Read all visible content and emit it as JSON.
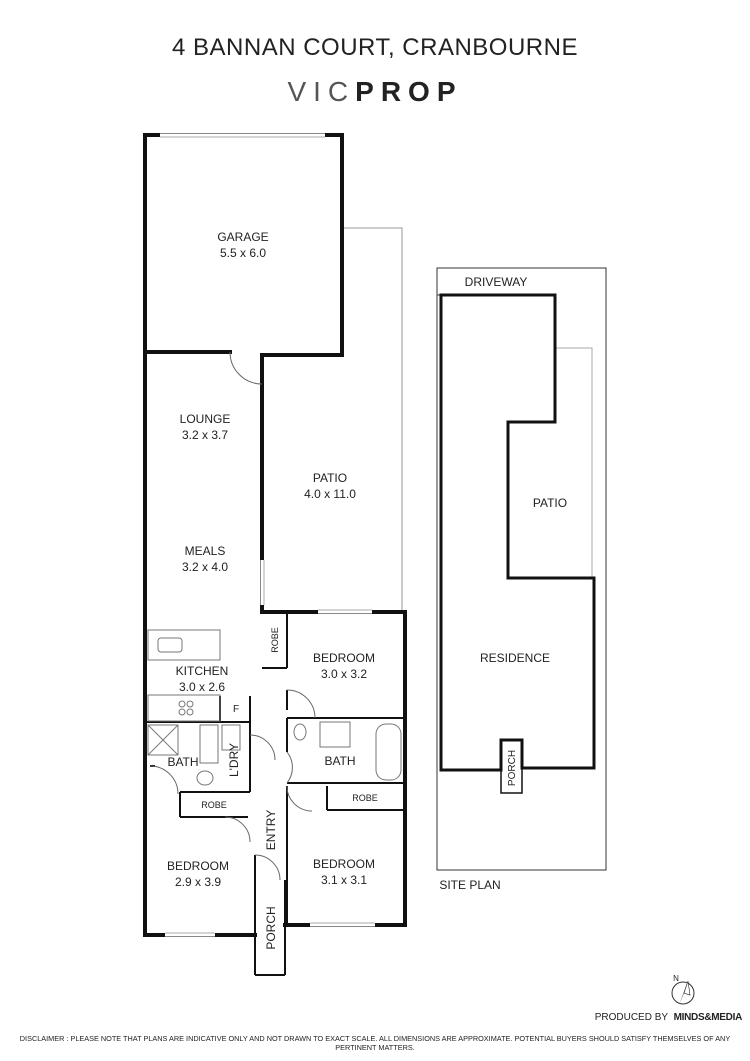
{
  "header": {
    "title": "4 BANNAN COURT, CRANBOURNE",
    "logo_light": "VIC",
    "logo_bold": "PROP"
  },
  "rooms": {
    "garage": {
      "name": "GARAGE",
      "size": "5.5 x 6.0"
    },
    "lounge": {
      "name": "LOUNGE",
      "size": "3.2 x 3.7"
    },
    "meals": {
      "name": "MEALS",
      "size": "3.2 x 4.0"
    },
    "patio": {
      "name": "PATIO",
      "size": "4.0 x 11.0"
    },
    "kitchen": {
      "name": "KITCHEN",
      "size": "3.0 x 2.6"
    },
    "fridge": "F",
    "bedroom1": {
      "name": "BEDROOM",
      "size": "3.0 x 3.2"
    },
    "bedroom2": {
      "name": "BEDROOM",
      "size": "2.9 x 3.9"
    },
    "bedroom3": {
      "name": "BEDROOM",
      "size": "3.1 x 3.1"
    },
    "bath1": "BATH",
    "bath2": "BATH",
    "laundry": "L'DRY",
    "entry": "ENTRY",
    "porch": "PORCH",
    "robe1": "ROBE",
    "robe2": "ROBE",
    "robe3": "ROBE"
  },
  "site_plan": {
    "label": "SITE PLAN",
    "driveway": "DRIVEWAY",
    "patio": "PATIO",
    "residence": "RESIDENCE",
    "porch": "PORCH"
  },
  "compass": {
    "label": "N"
  },
  "footer": {
    "produced_by": "PRODUCED BY",
    "brand": "MINDS&MEDIA",
    "disclaimer": "DISCLAIMER : PLEASE NOTE THAT PLANS ARE INDICATIVE ONLY AND NOT DRAWN TO EXACT SCALE. ALL DIMENSIONS ARE APPROXIMATE. POTENTIAL BUYERS SHOULD SATISFY THEMSELVES OF ANY PERTINENT MATTERS."
  }
}
